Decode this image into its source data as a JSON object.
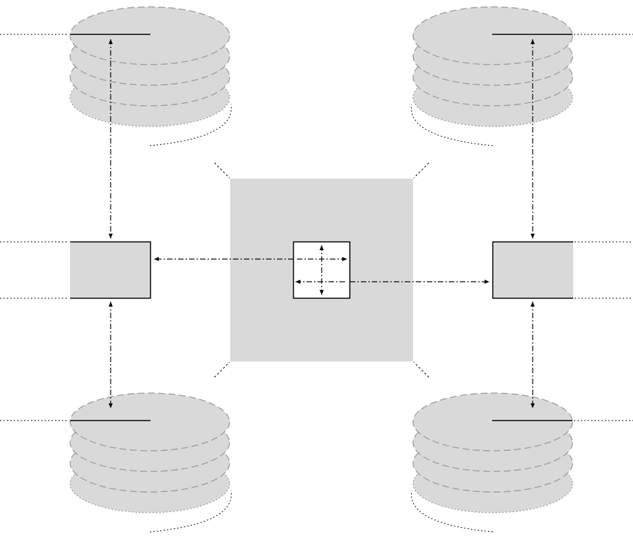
{
  "diagram": {
    "colors": {
      "fill": "#d9d9d9",
      "stroke": "#000000",
      "disk_outline": "#999999",
      "background": "#ffffff"
    },
    "nodes": {
      "stores": [
        "store-top-left",
        "store-top-right",
        "store-bottom-left",
        "store-bottom-right"
      ],
      "servers": [
        "server-left",
        "server-right"
      ],
      "hub": "central-hub",
      "switch": "crossbar-switch"
    },
    "line_styles": {
      "links": "dash-dot",
      "boundaries": "dotted",
      "disk_edges": "dashed"
    }
  }
}
